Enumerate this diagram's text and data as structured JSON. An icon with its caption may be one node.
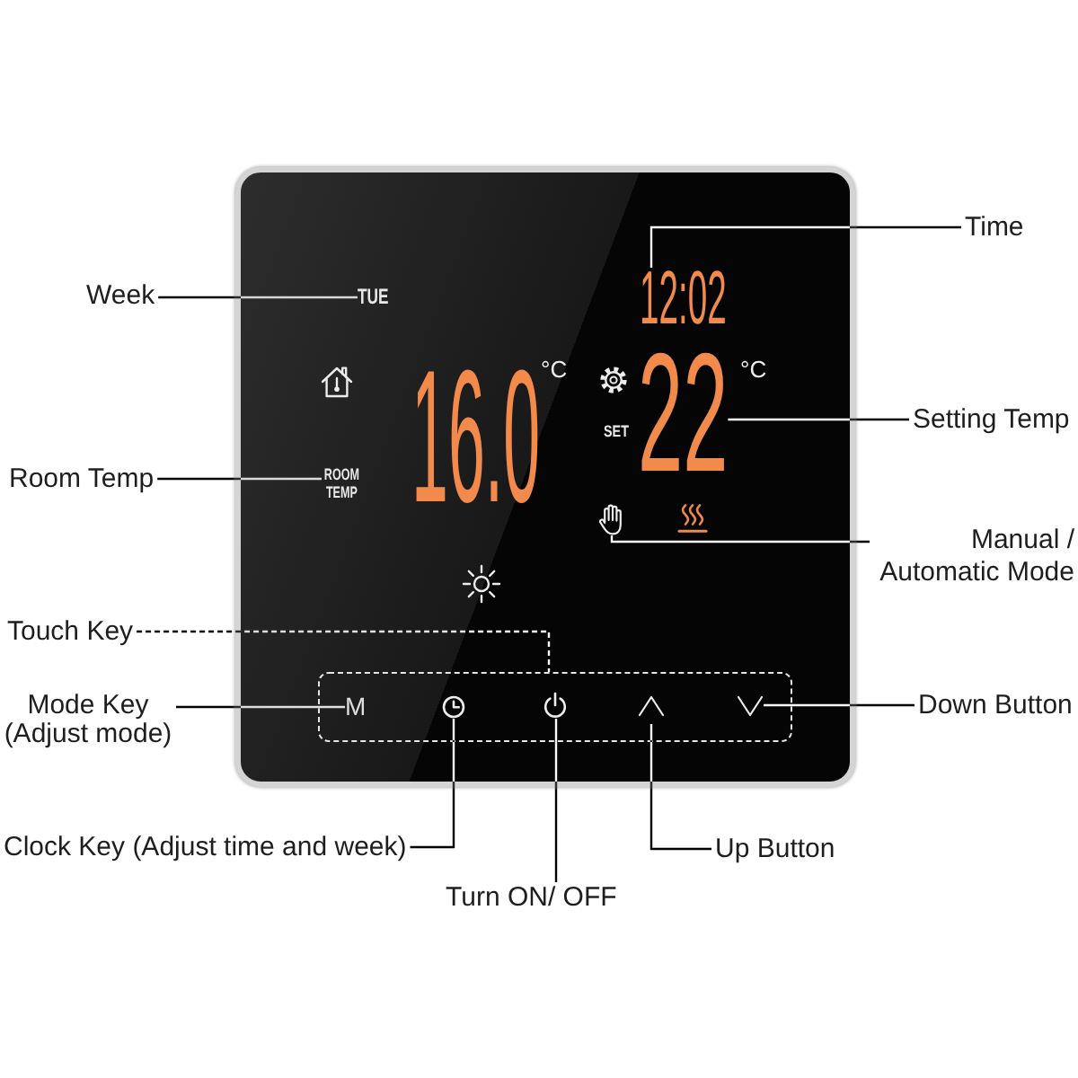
{
  "diagram": {
    "nodes": [
      {
        "text": [
          "Time"
        ]
      },
      {
        "text": [
          "Week"
        ]
      },
      {
        "text": [],
        "shape": "box"
      },
      {
        "text": [
          "TUE"
        ],
        "in": 2
      },
      {
        "text": [
          "12:02"
        ],
        "in": 2
      },
      {
        "text": [
          "22"
        ],
        "in": 2
      },
      {
        "text": [
          "ROOM TEMP"
        ],
        "in": 2
      },
      {
        "text": [],
        "shape": "picture",
        "in": 2
      },
      {
        "text": [],
        "shape": "box",
        "in": 2
      },
      {
        "text": [
          "M"
        ],
        "in": 8
      },
      {
        "text": [],
        "shape": "picture",
        "in": 8
      },
      {
        "text": [],
        "shape": "picture",
        "in": 8
      },
      {
        "text": [],
        "shape": "picture",
        "in": 8
      },
      {
        "text": [],
        "shape": "picture",
        "in": 8
      },
      {
        "text": [
          "Setting Temp"
        ]
      },
      {
        "text": [
          "Room Temp"
        ]
      },
      {
        "text": [
          "Manual / Automatic Mode"
        ]
      },
      {
        "text": [
          "Touch Key"
        ]
      },
      {
        "text": [
          "Mode Key (Adjust mode)"
        ]
      },
      {
        "text": [
          "Down Button"
        ]
      },
      {
        "text": [
          "Clock Key (Adjust time and week)"
        ]
      },
      {
        "text": [
          "Up Button"
        ]
      },
      {
        "text": [
          "Turn ON/ OFF"
        ]
      }
    ],
    "edges": [
      {
        "from": 1,
        "to": 3,
        "arrow": "none"
      },
      {
        "from": 0,
        "to": 4,
        "arrow": "none"
      },
      {
        "from": 14,
        "to": 5,
        "arrow": "none"
      },
      {
        "from": 15,
        "to": 6,
        "arrow": "none"
      },
      {
        "from": 16,
        "to": 7,
        "arrow": "none"
      },
      {
        "from": 17,
        "to": 8,
        "arrow": "none",
        "style": "dashed"
      },
      {
        "from": 18,
        "to": 9,
        "arrow": "none"
      },
      {
        "from": 19,
        "to": 13,
        "arrow": "none"
      },
      {
        "from": 20,
        "to": 10,
        "arrow": "none"
      },
      {
        "from": 21,
        "to": 12,
        "arrow": "none"
      },
      {
        "from": 22,
        "to": 11,
        "arrow": "none"
      }
    ],
    "labels": [
      "°C",
      "°C",
      "16.0",
      "SET"
    ]
  }
}
